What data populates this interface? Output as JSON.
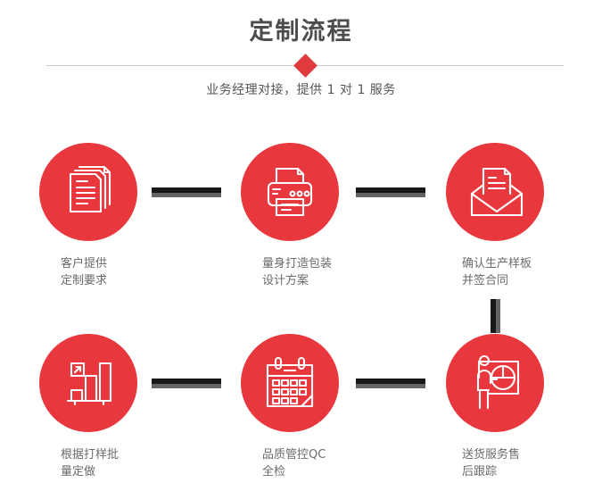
{
  "header": {
    "title": "定制流程",
    "subtitle": "业务经理对接，提供 1 对 1 服务",
    "accent_color": "#e8383d",
    "divider_color": "#c9c9c9",
    "title_color": "#4d4d4d",
    "subtitle_color": "#555555"
  },
  "flow": {
    "circle_color": "#e8383d",
    "connector_color": "#181818",
    "connector_shadow_color": "#656565",
    "caption_color": "#6b6b6b",
    "steps": [
      {
        "index": 1,
        "icon": "documents-stack-icon",
        "caption": "客户提供\n定制要求"
      },
      {
        "index": 2,
        "icon": "printer-icon",
        "caption": "量身打造包装\n设计方案"
      },
      {
        "index": 3,
        "icon": "envelope-document-icon",
        "caption": "确认生产样板\n并签合同"
      },
      {
        "index": 4,
        "icon": "bar-chart-growth-icon",
        "caption": "根据打样批\n量定做"
      },
      {
        "index": 5,
        "icon": "calendar-icon",
        "caption": "品质管控QC\n全检"
      },
      {
        "index": 6,
        "icon": "presenter-pie-chart-icon",
        "caption": "送货服务售\n后跟踪"
      }
    ]
  }
}
